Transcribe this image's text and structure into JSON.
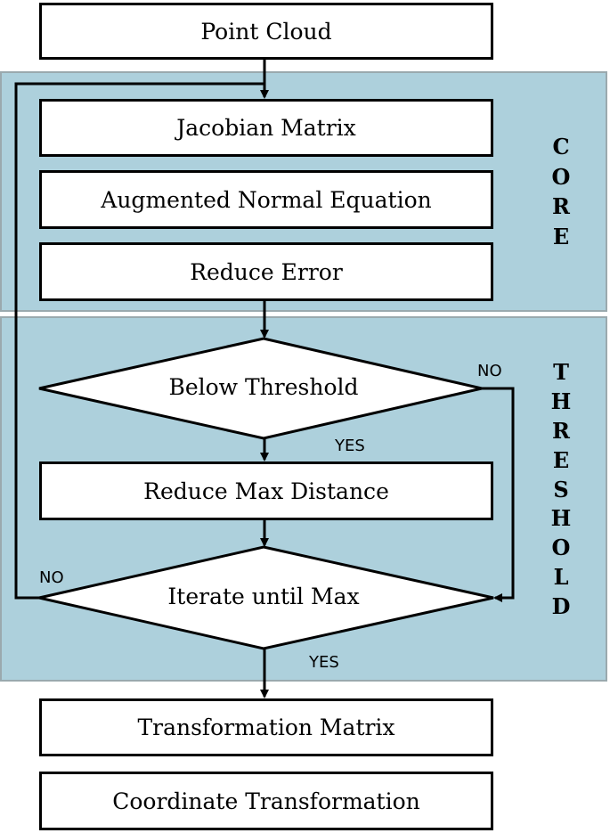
{
  "nodes": {
    "point_cloud": "Point Cloud",
    "jacobian_matrix": "Jacobian Matrix",
    "augmented_normal_equation": "Augmented Normal Equation",
    "reduce_error": "Reduce Error",
    "below_threshold": "Below Threshold",
    "reduce_max_distance": "Reduce Max Distance",
    "iterate_until_max": "Iterate until Max",
    "transformation_matrix": "Transformation Matrix",
    "coordinate_transformation": "Coordinate Transformation"
  },
  "regions": {
    "core": "C\nO\nR\nE",
    "threshold": "T\nH\nR\nE\nS\nH\nO\nL\nD"
  },
  "edge_labels": {
    "below_no": "NO",
    "below_yes": "YES",
    "iterate_no": "NO",
    "iterate_yes": "YES"
  },
  "colors": {
    "region_fill": "#add0dc",
    "box_fill": "#ffffff",
    "stroke": "#000000"
  }
}
